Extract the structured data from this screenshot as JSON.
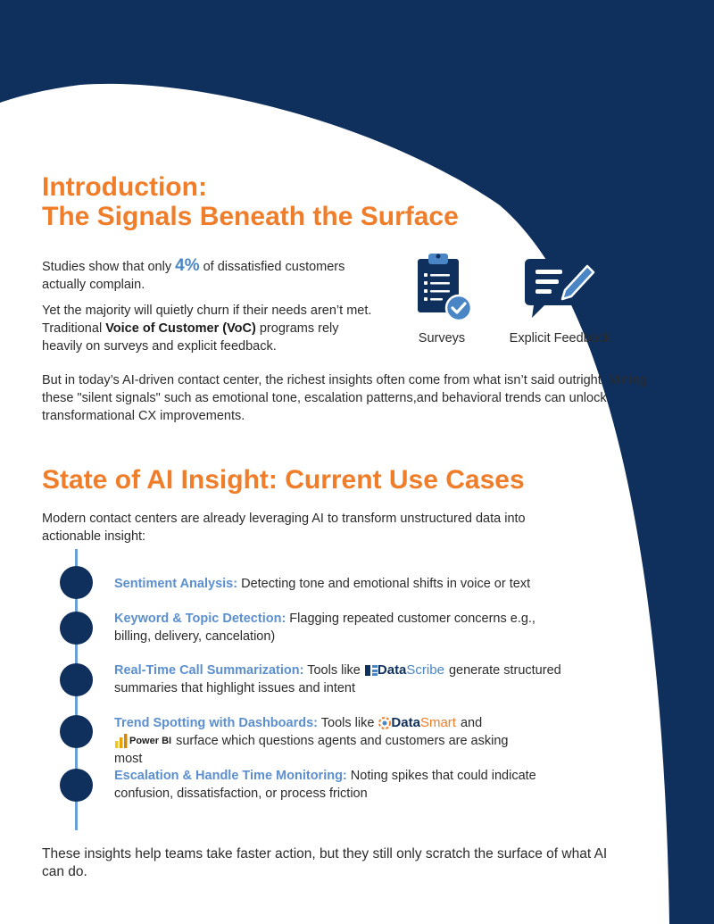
{
  "colors": {
    "navy": "#0f2f5c",
    "orange": "#f07d2a",
    "blue": "#4a86c5",
    "light_blue": "#6c9fd6"
  },
  "intro": {
    "title_line1": "Introduction:",
    "title_line2": "The Signals Beneath the Surface",
    "p1_before": "Studies show that only ",
    "p1_stat": "4%",
    "p1_after": " of dissatisfied customers actually complain.",
    "p2_before": "Yet the majority will quietly churn if their needs aren’t met. Traditional ",
    "p2_bold": "Voice of Customer (VoC)",
    "p2_after": " programs rely heavily on surveys and explicit feedback.",
    "p3": "But in today’s AI-driven contact center, the richest insights often come from what isn’t said outright. Mining these \"silent signals\" such as emotional tone, escalation patterns,and behavioral trends can unlock transformational CX improvements.",
    "icons": [
      {
        "icon": "clipboard-check-icon",
        "label": "Surveys"
      },
      {
        "icon": "chat-pencil-icon",
        "label": "Explicit Feedback"
      }
    ]
  },
  "state": {
    "title": "State of AI Insight: Current Use Cases",
    "lead": "Modern contact centers are already leveraging AI to transform unstructured data into actionable insight:",
    "items": [
      {
        "title": "Sentiment Analysis:",
        "text": " Detecting tone and emotional shifts in voice or text"
      },
      {
        "title": "Keyword & Topic Detection:",
        "text": " Flagging repeated customer concerns e.g., billing, delivery, cancelation)"
      },
      {
        "title": "Real-Time Call Summarization:",
        "text_before": " Tools like ",
        "logo_a": "Data",
        "logo_b": "Scribe",
        "text_after": " generate structured summaries that highlight issues and intent"
      },
      {
        "title": "Trend Spotting with Dashboards:",
        "text_before": " Tools like ",
        "logo_a": "Data",
        "logo_b": "Smart",
        "text_mid": " and ",
        "logo_c": "Power BI",
        "text_after": " surface which questions agents and customers are asking most"
      },
      {
        "title": "Escalation & Handle Time Monitoring:",
        "text": " Noting spikes that could indicate confusion, dissatisfaction, or process friction"
      }
    ]
  },
  "closing": "These insights help teams take faster action, but they still only scratch the surface of what AI can do."
}
